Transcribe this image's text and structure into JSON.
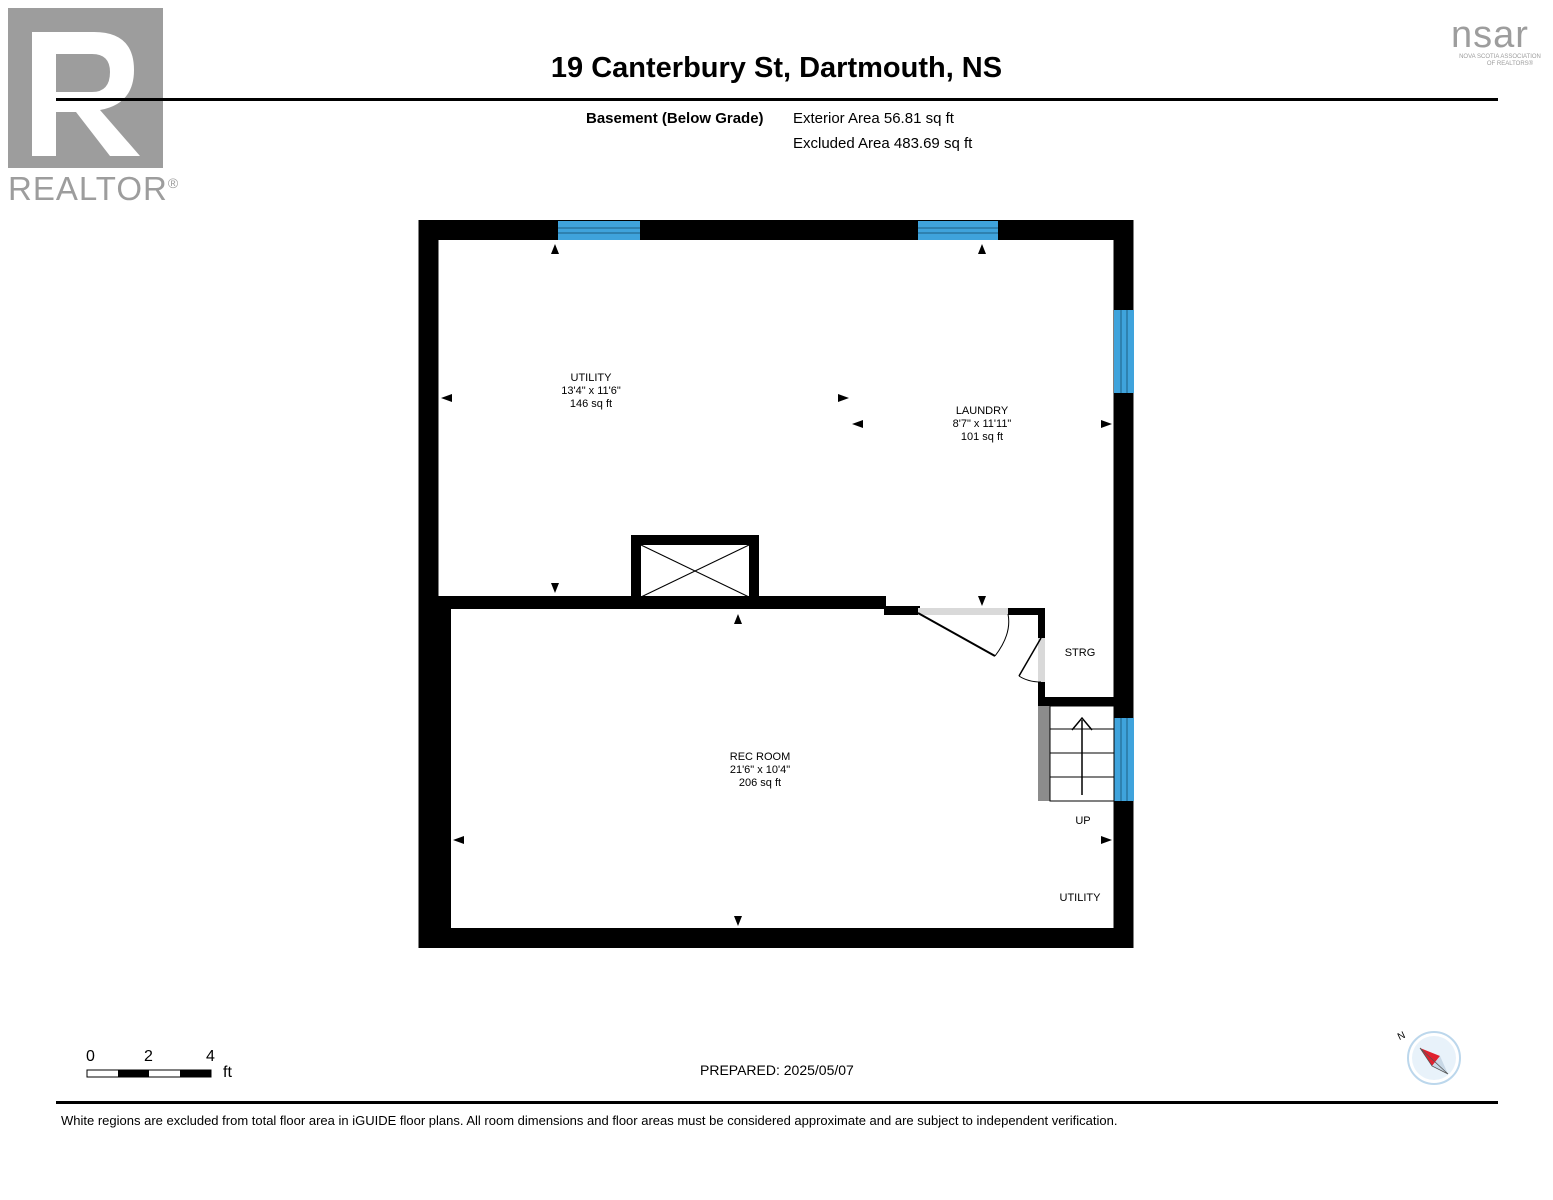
{
  "header": {
    "title": "19 Canterbury St, Dartmouth, NS",
    "floor_label": "Basement (Below Grade)",
    "exterior_area": "Exterior Area 56.81 sq ft",
    "excluded_area": "Excluded Area 483.69 sq ft"
  },
  "logos": {
    "realtor_word": "REALTOR",
    "realtor_mark": "®",
    "nsar_word": "nsar",
    "nsar_tagline_1": "NOVA SCOTIA ASSOCIATION",
    "nsar_tagline_2": "OF REALTORS®"
  },
  "rooms": {
    "utility": {
      "name": "UTILITY",
      "dims": "13'4\" x 11'6\"",
      "area": "146 sq ft"
    },
    "laundry": {
      "name": "LAUNDRY",
      "dims": "8'7\" x 11'11\"",
      "area": "101 sq ft"
    },
    "rec_room": {
      "name": "REC ROOM",
      "dims": "21'6\" x 10'4\"",
      "area": "206 sq ft"
    },
    "strg": "STRG",
    "up": "UP",
    "utility_small": "UTILITY"
  },
  "scale": {
    "labels": [
      "0",
      "2",
      "4"
    ],
    "unit": "ft"
  },
  "compass": {
    "north_label": "N"
  },
  "footer": {
    "prepared": "PREPARED: 2025/05/07",
    "disclaimer": "White regions are excluded from total floor area in iGUIDE floor plans. All room dimensions and floor areas must be considered approximate and are subject to independent verification."
  },
  "colors": {
    "wall": "#000000",
    "window": "#3fa3dc",
    "logo_gray": "#9d9d9d",
    "stair_gray": "#8c8c8c"
  }
}
